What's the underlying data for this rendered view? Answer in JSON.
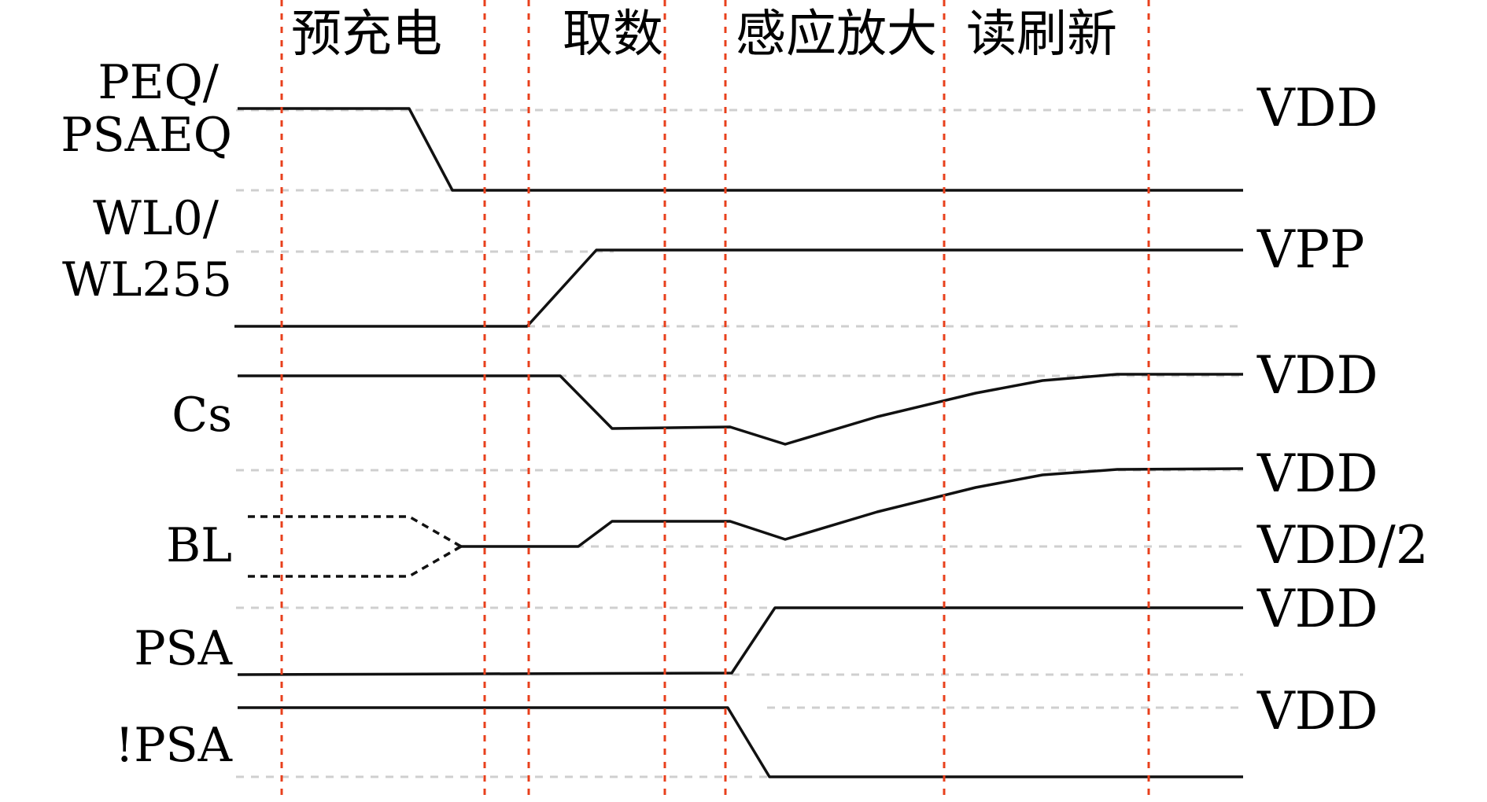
{
  "phases": [
    "预充电",
    "取数",
    "感应放大",
    "读刷新"
  ],
  "signals": [
    {
      "id": "peq",
      "label_lines": [
        "PEQ/",
        "PSAEQ"
      ]
    },
    {
      "id": "wl",
      "label_lines": [
        "WL0/",
        "WL255"
      ]
    },
    {
      "id": "cs",
      "label_lines": [
        "Cs"
      ]
    },
    {
      "id": "bl",
      "label_lines": [
        "BL"
      ]
    },
    {
      "id": "psa",
      "label_lines": [
        "PSA"
      ]
    },
    {
      "id": "npsa",
      "label_lines": [
        "!PSA"
      ]
    }
  ],
  "levels": [
    "VDD",
    "VPP",
    "VDD",
    "VDD",
    "VDD/2",
    "VDD",
    "VDD"
  ],
  "colors": {
    "divider": "#e8401c",
    "wave": "#111111",
    "reference": "#cfcfcf"
  }
}
